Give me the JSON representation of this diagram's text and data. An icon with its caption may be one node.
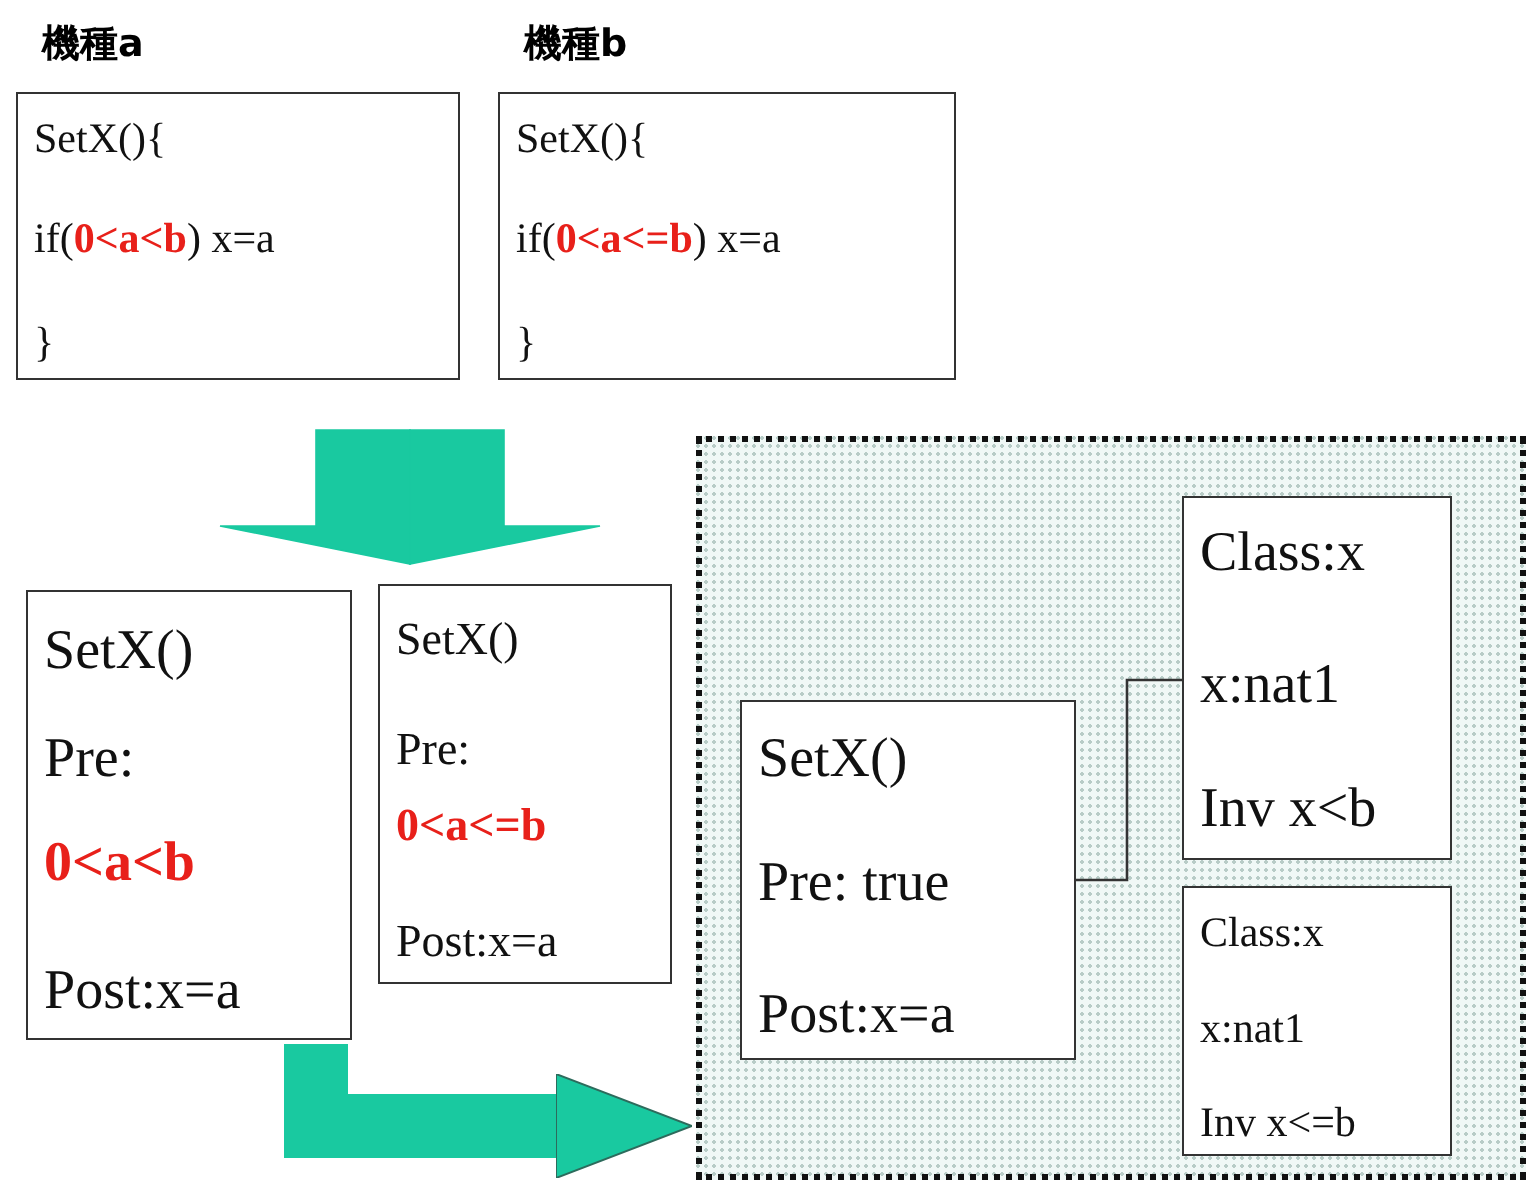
{
  "diagram": {
    "nodes": [
      {
        "text": [
          "機種a",
          "SetX(){",
          "if(**0<a<b**) x=a",
          "}"
        ]
      },
      {
        "text": [
          "機種b",
          "SetX(){",
          "if(**0<a<=b**) x=a",
          "}"
        ]
      },
      {
        "text": [
          "SetX()",
          "Pre:",
          "0<a<b",
          "Post:x=a"
        ]
      },
      {
        "text": [
          "SetX()",
          "Pre:",
          "0<a<=b",
          "Post:x=a"
        ]
      },
      {
        "text": [],
        "shape": "box"
      },
      {
        "text": [
          "SetX()",
          "Pre: true",
          "Post:x=a"
        ],
        "in": 4
      },
      {
        "text": [
          "Class:x",
          "x:nat1",
          "Inv x<b"
        ],
        "in": 4
      },
      {
        "text": [
          "Class:x",
          "x:nat1",
          "Inv x<=b"
        ],
        "in": 4
      }
    ],
    "edges": [
      {
        "from": 0,
        "to": 2,
        "arrow": "to",
        "style": "thick"
      },
      {
        "from": 1,
        "to": 3,
        "arrow": "to",
        "style": "thick"
      },
      {
        "from": 2,
        "to": 4,
        "arrow": "to",
        "style": "thick"
      },
      {
        "from": 5,
        "to": 6,
        "arrow": "none",
        "color": "#333333"
      }
    ]
  }
}
